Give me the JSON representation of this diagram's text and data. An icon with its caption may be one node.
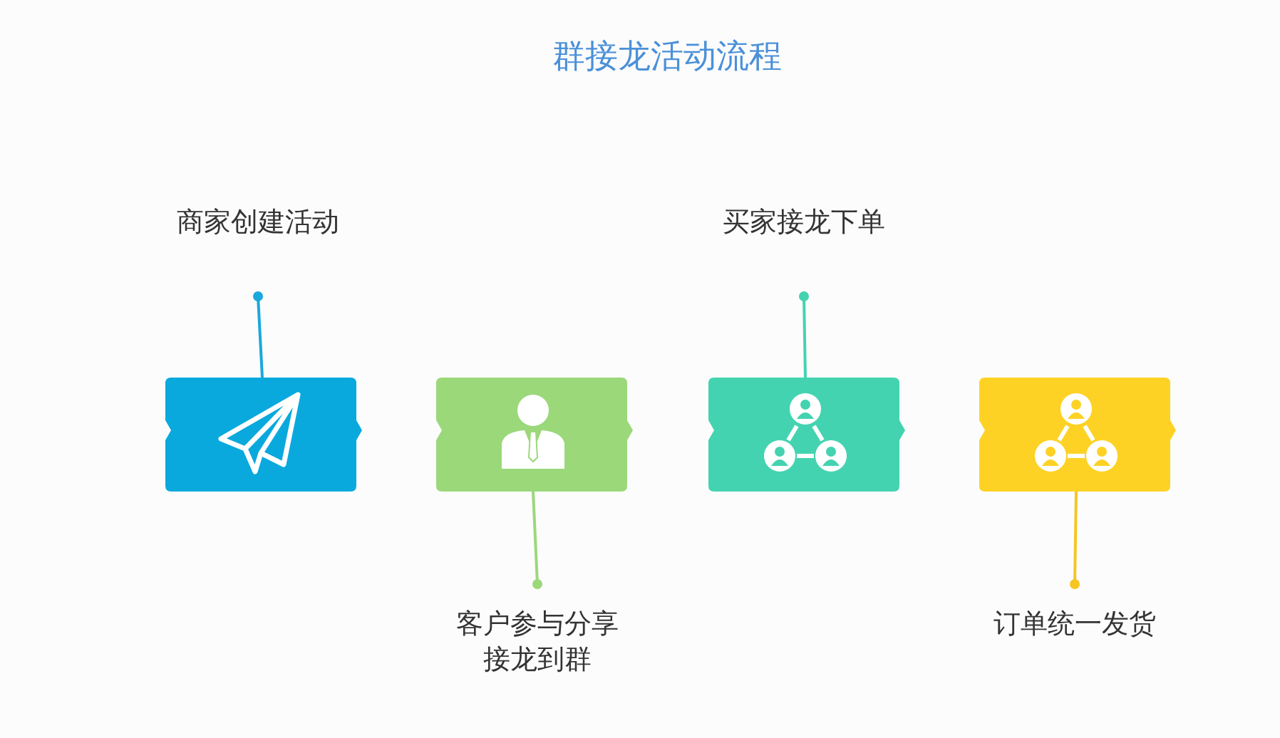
{
  "diagram": {
    "title": "群接龙活动流程",
    "nodes": [
      {
        "text": [],
        "shape": "box"
      },
      {
        "text": [],
        "shape": "box"
      },
      {
        "text": [],
        "shape": "box"
      },
      {
        "text": [],
        "shape": "box"
      },
      {
        "text": [
          "商家创建活动"
        ]
      },
      {
        "text": [
          "客户参与分享接龙到群"
        ]
      },
      {
        "text": [
          "买家接龙下单"
        ]
      },
      {
        "text": [
          "订单统一发货"
        ]
      }
    ],
    "edges": [
      {
        "from": 4,
        "to": 0,
        "arrow": "other",
        "color": "#1aa8dc"
      },
      {
        "from": 5,
        "to": 1,
        "arrow": "other",
        "color": "#9bd87a"
      },
      {
        "from": 6,
        "to": 2,
        "arrow": "other",
        "color": "#44d3b0"
      },
      {
        "from": 7,
        "to": 3,
        "arrow": "other",
        "color": "#f5c623"
      }
    ]
  }
}
